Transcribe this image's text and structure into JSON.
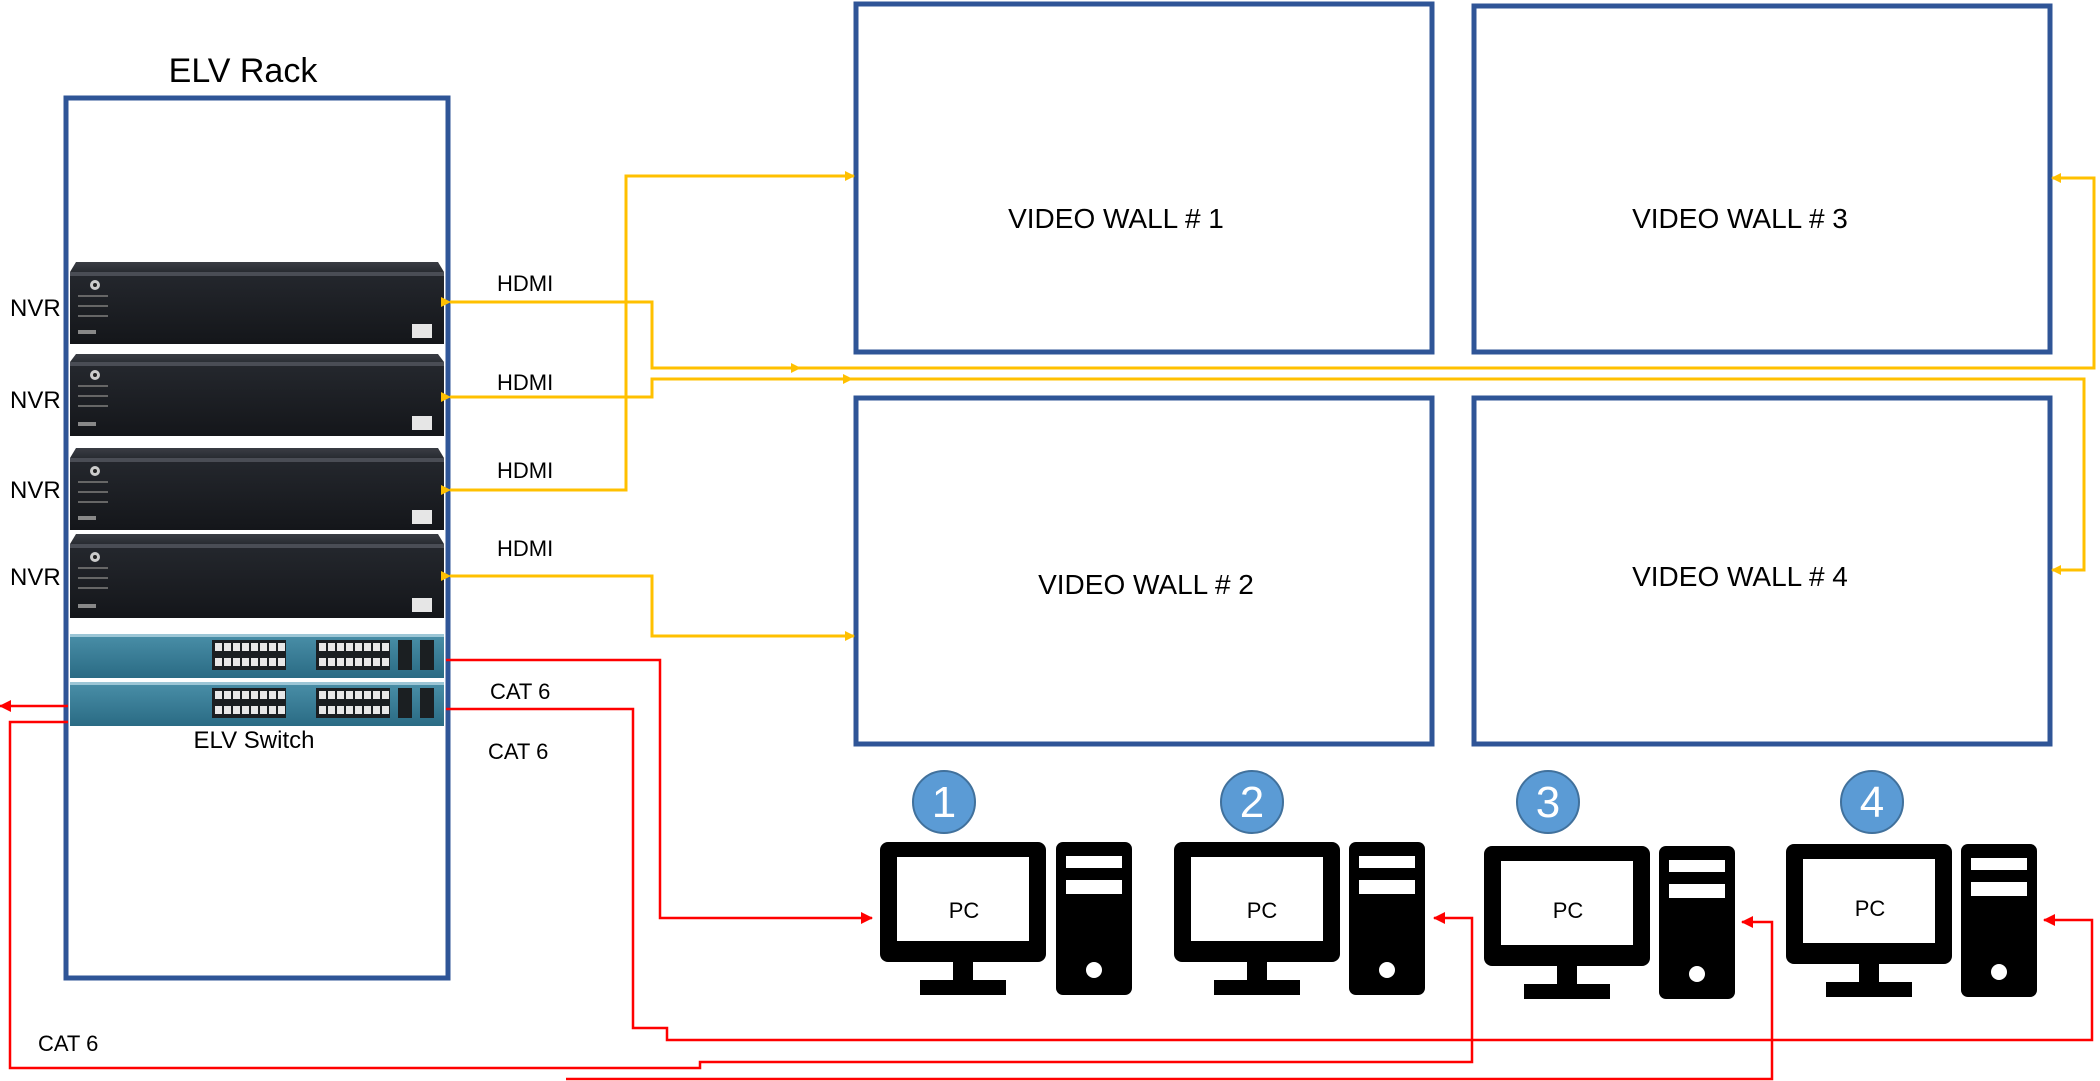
{
  "rack": {
    "title": "ELV Rack"
  },
  "nvr_labels": [
    "NVR",
    "NVR",
    "NVR",
    "NVR"
  ],
  "hdmi_labels": [
    "HDMI",
    "HDMI",
    "HDMI",
    "HDMI"
  ],
  "switch_label": "ELV Switch",
  "cat6_labels": [
    "CAT 6",
    "CAT 6",
    "CAT 6"
  ],
  "video_walls": [
    "VIDEO WALL # 1",
    "VIDEO WALL # 3",
    "VIDEO WALL # 2",
    "VIDEO WALL # 4"
  ],
  "pcs": [
    {
      "number": "1",
      "label": "PC"
    },
    {
      "number": "2",
      "label": "PC"
    },
    {
      "number": "3",
      "label": "PC"
    },
    {
      "number": "4",
      "label": "PC"
    }
  ],
  "colors": {
    "box_border": "#2f5597",
    "hdmi_line": "#ffc000",
    "cat6_line": "#ff0000",
    "badge_fill": "#5b9bd5"
  }
}
